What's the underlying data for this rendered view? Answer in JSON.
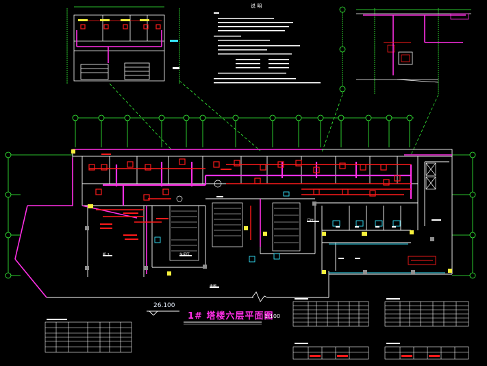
{
  "drawing": {
    "title": "1# 塔楼六层平面图",
    "scale": "1:100",
    "elevation": "26.100",
    "notes_title": "说  明",
    "room_labels": {
      "left_room": "机 1",
      "corridor": "走廊",
      "lobby_label": "门厅",
      "bottom_note": "休闲区"
    }
  },
  "colors": {
    "background": "#000000",
    "walls": "#ffffff",
    "duct_red": "#ff1a1a",
    "duct_magenta": "#ff2fe6",
    "grid_green": "#38ff3a",
    "equipment_yellow": "#f6f03c",
    "cyan": "#35e6ff"
  },
  "icons": [
    "axis-bubble-icon",
    "elevation-marker-icon",
    "equipment-icon"
  ]
}
